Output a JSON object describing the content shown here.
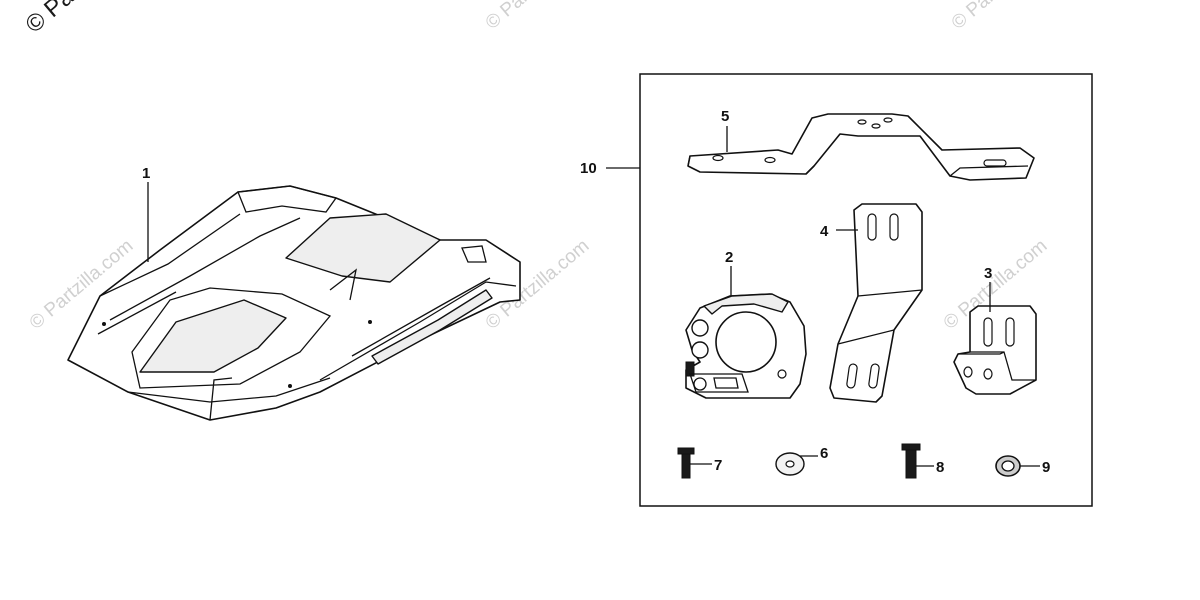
{
  "watermark": {
    "corner_text": "© Pa",
    "repeat_text": "© Partzilla.com"
  },
  "callouts": {
    "p1": "1",
    "p2": "2",
    "p3": "3",
    "p4": "4",
    "p5": "5",
    "p6": "6",
    "p7": "7",
    "p8": "8",
    "p9": "9",
    "p10": "10"
  },
  "colors": {
    "line": "#111111",
    "watermark": "#d0d0d0",
    "background": "#ffffff"
  }
}
